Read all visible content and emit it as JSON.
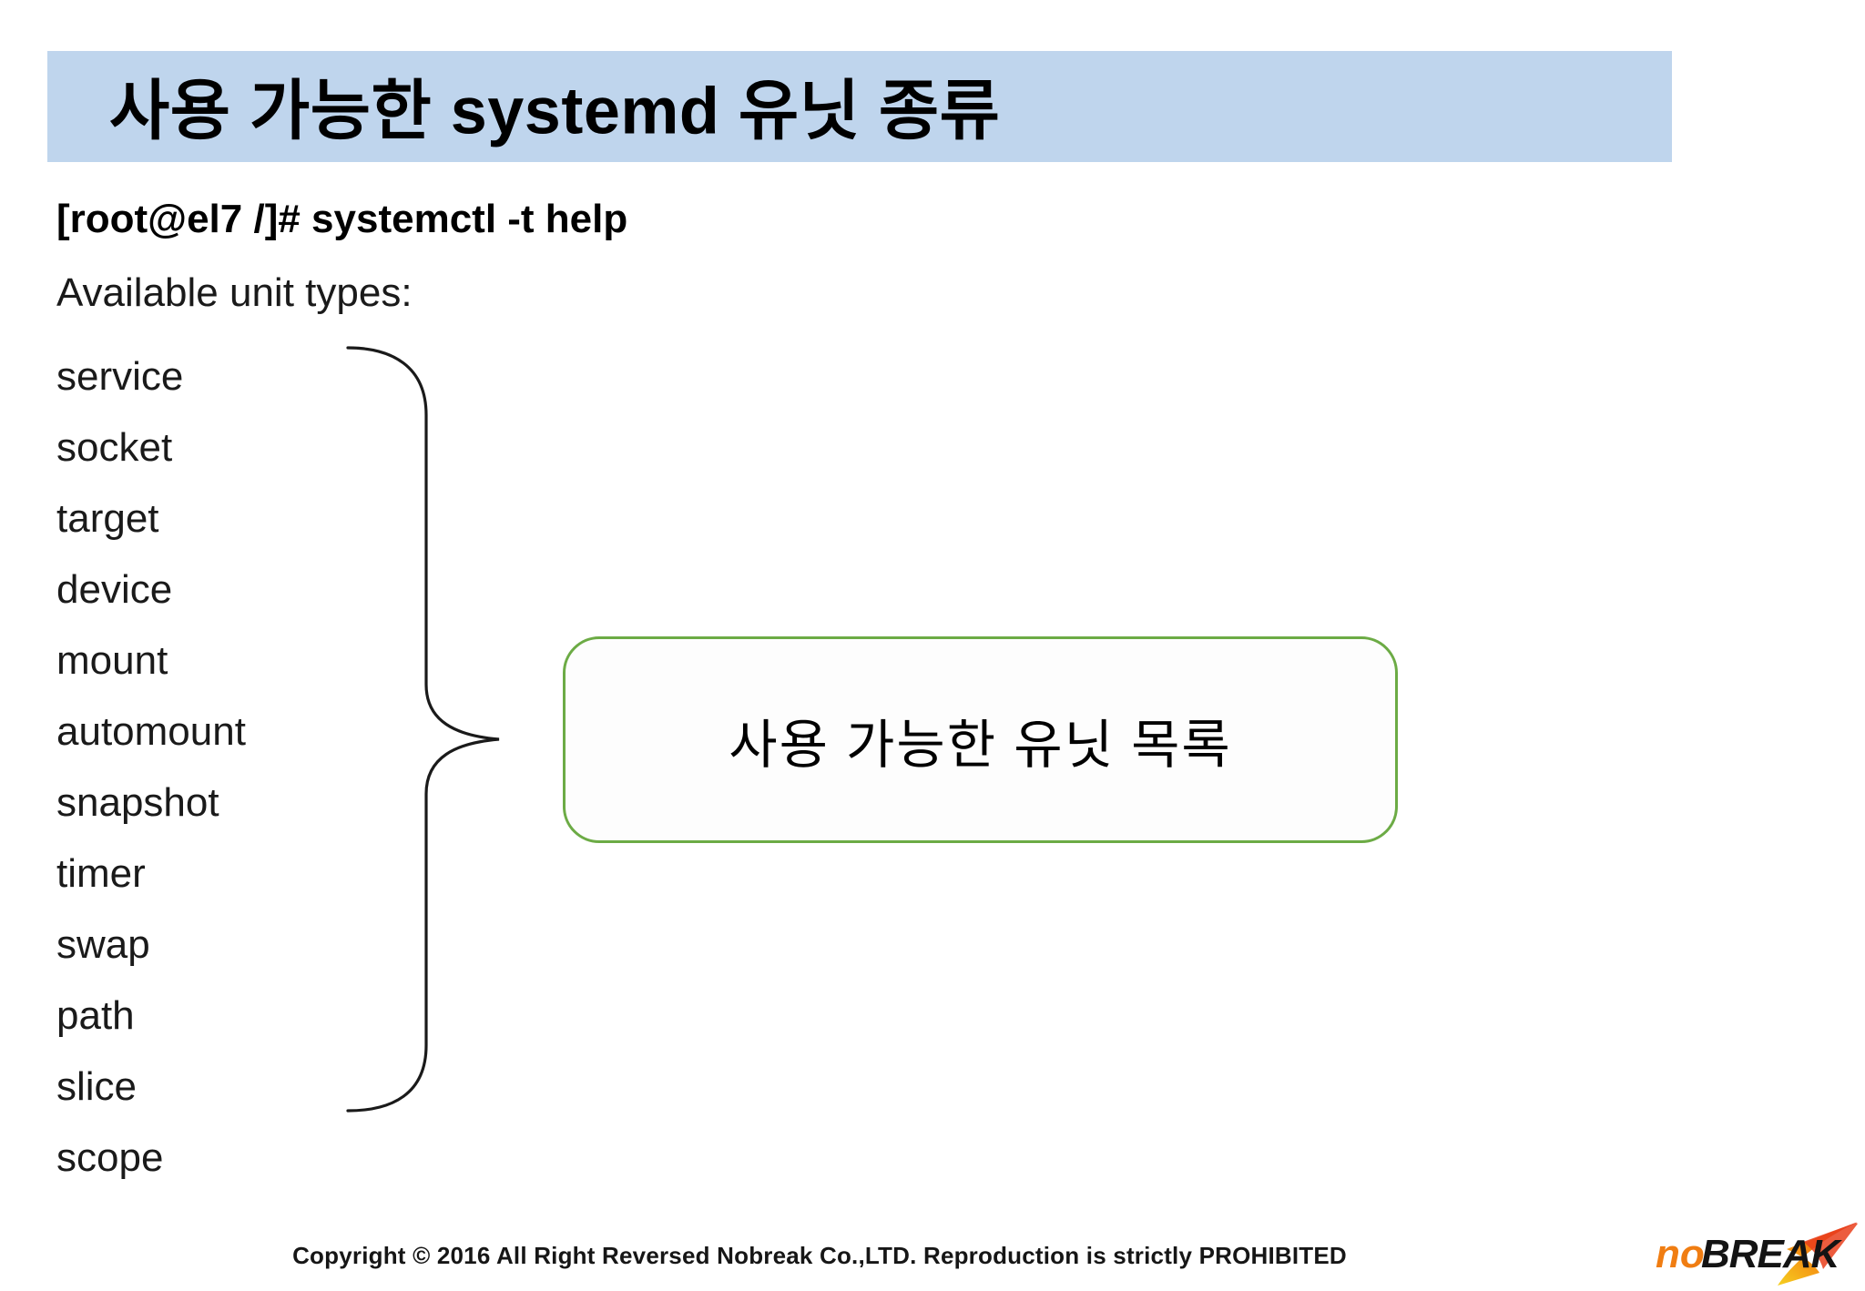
{
  "slide": {
    "title": "사용 가능한 systemd 유닛 종류",
    "title_bar_color": "#bfd5ed"
  },
  "terminal": {
    "prompt_command": "[root@el7 /]# systemctl -t help",
    "output_header": "Available unit types:",
    "unit_types": [
      "service",
      "socket",
      "target",
      "device",
      "mount",
      "automount",
      "snapshot",
      "timer",
      "swap",
      "path",
      "slice",
      "scope"
    ]
  },
  "callout": {
    "text": "사용 가능한 유닛 목록",
    "border_color": "#6cab45",
    "fill_color": "#fdfdfd"
  },
  "connector": {
    "shape": "left-curly-brace",
    "color": "#1a1a1a"
  },
  "footer": {
    "copyright": "Copyright © 2016 All Right Reversed Nobreak Co.,LTD. Reproduction is strictly PROHIBITED",
    "logo": {
      "text_light": "no",
      "text_bold": "BREAK",
      "accent_color": "#f07d12",
      "swoosh_colors": [
        "#e02b18",
        "#f58a12",
        "#f5d020"
      ]
    }
  }
}
